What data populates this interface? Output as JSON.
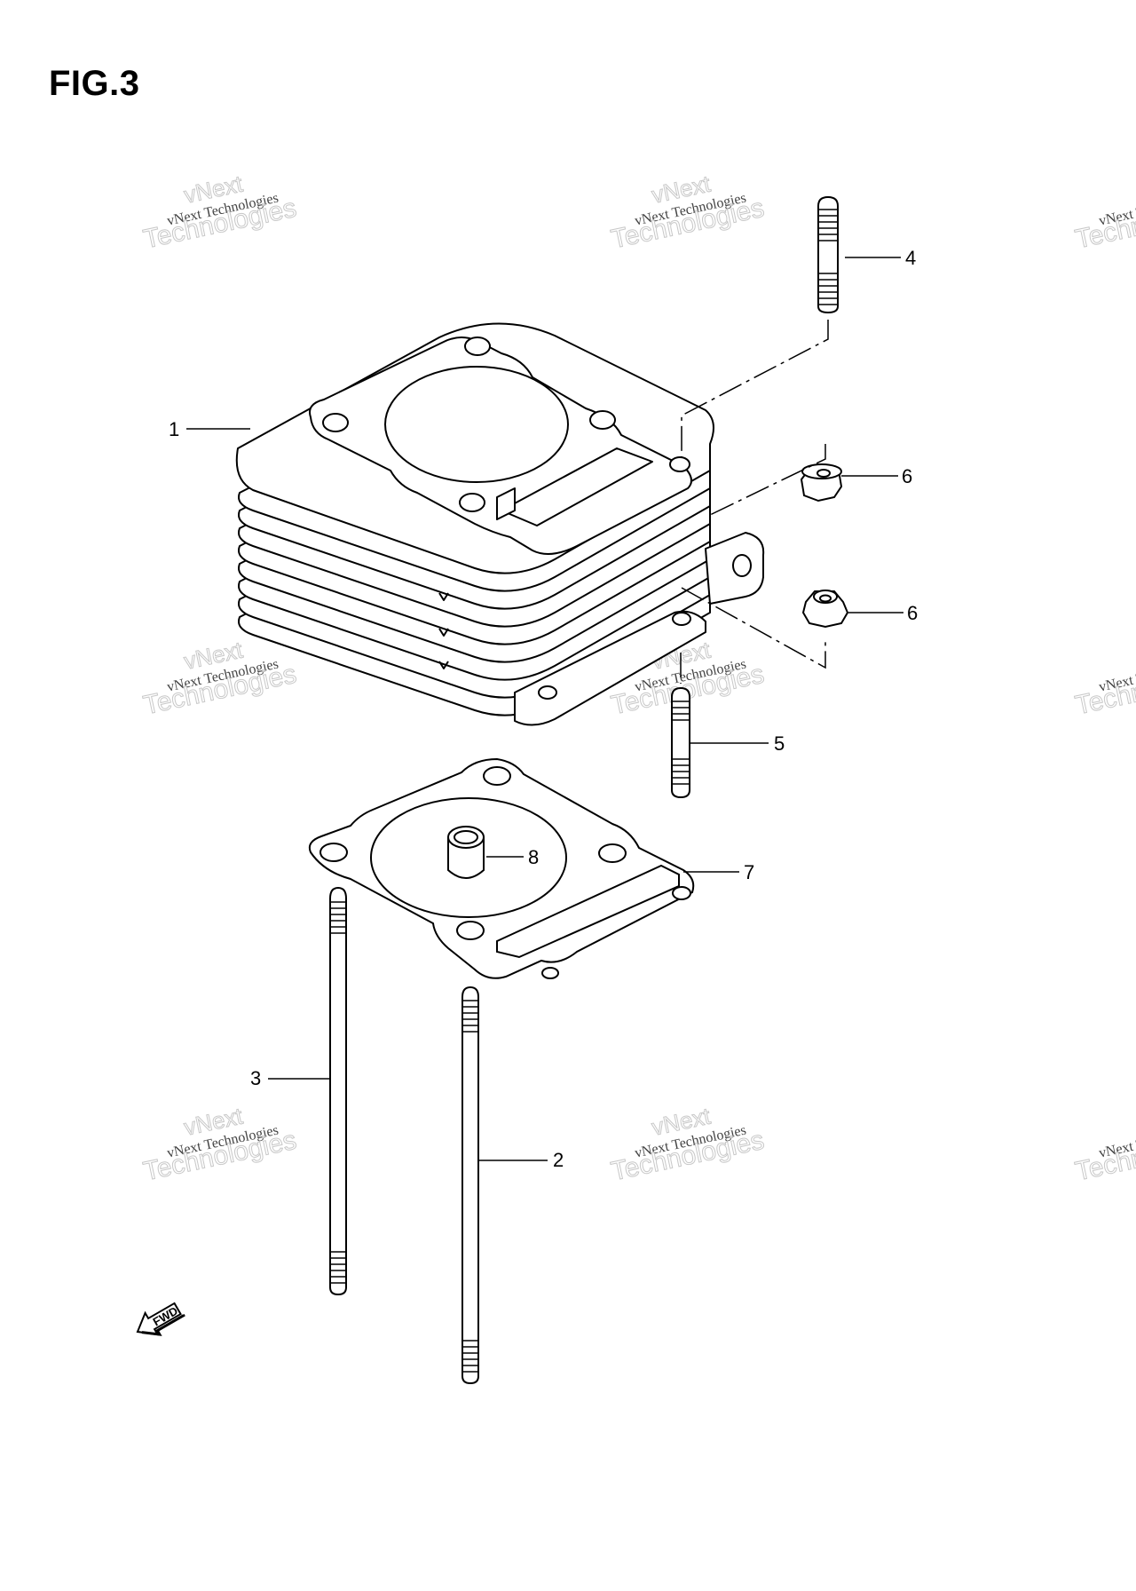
{
  "figure": {
    "title": "FIG.3"
  },
  "callouts": [
    {
      "number": "1",
      "part": "cylinder"
    },
    {
      "number": "2",
      "part": "long-stud-bolt"
    },
    {
      "number": "3",
      "part": "long-stud-bolt"
    },
    {
      "number": "4",
      "part": "stud-bolt-upper"
    },
    {
      "number": "5",
      "part": "stud-bolt-lower"
    },
    {
      "number": "6",
      "part": "nut-upper"
    },
    {
      "number": "6",
      "part": "nut-lower"
    },
    {
      "number": "7",
      "part": "cylinder-base-gasket"
    },
    {
      "number": "8",
      "part": "dowel-pin"
    }
  ],
  "watermark": {
    "line1": "vNext",
    "line2": "vNext Technologies",
    "line3": "Technologies"
  },
  "direction_marker": {
    "label": "FWD"
  }
}
